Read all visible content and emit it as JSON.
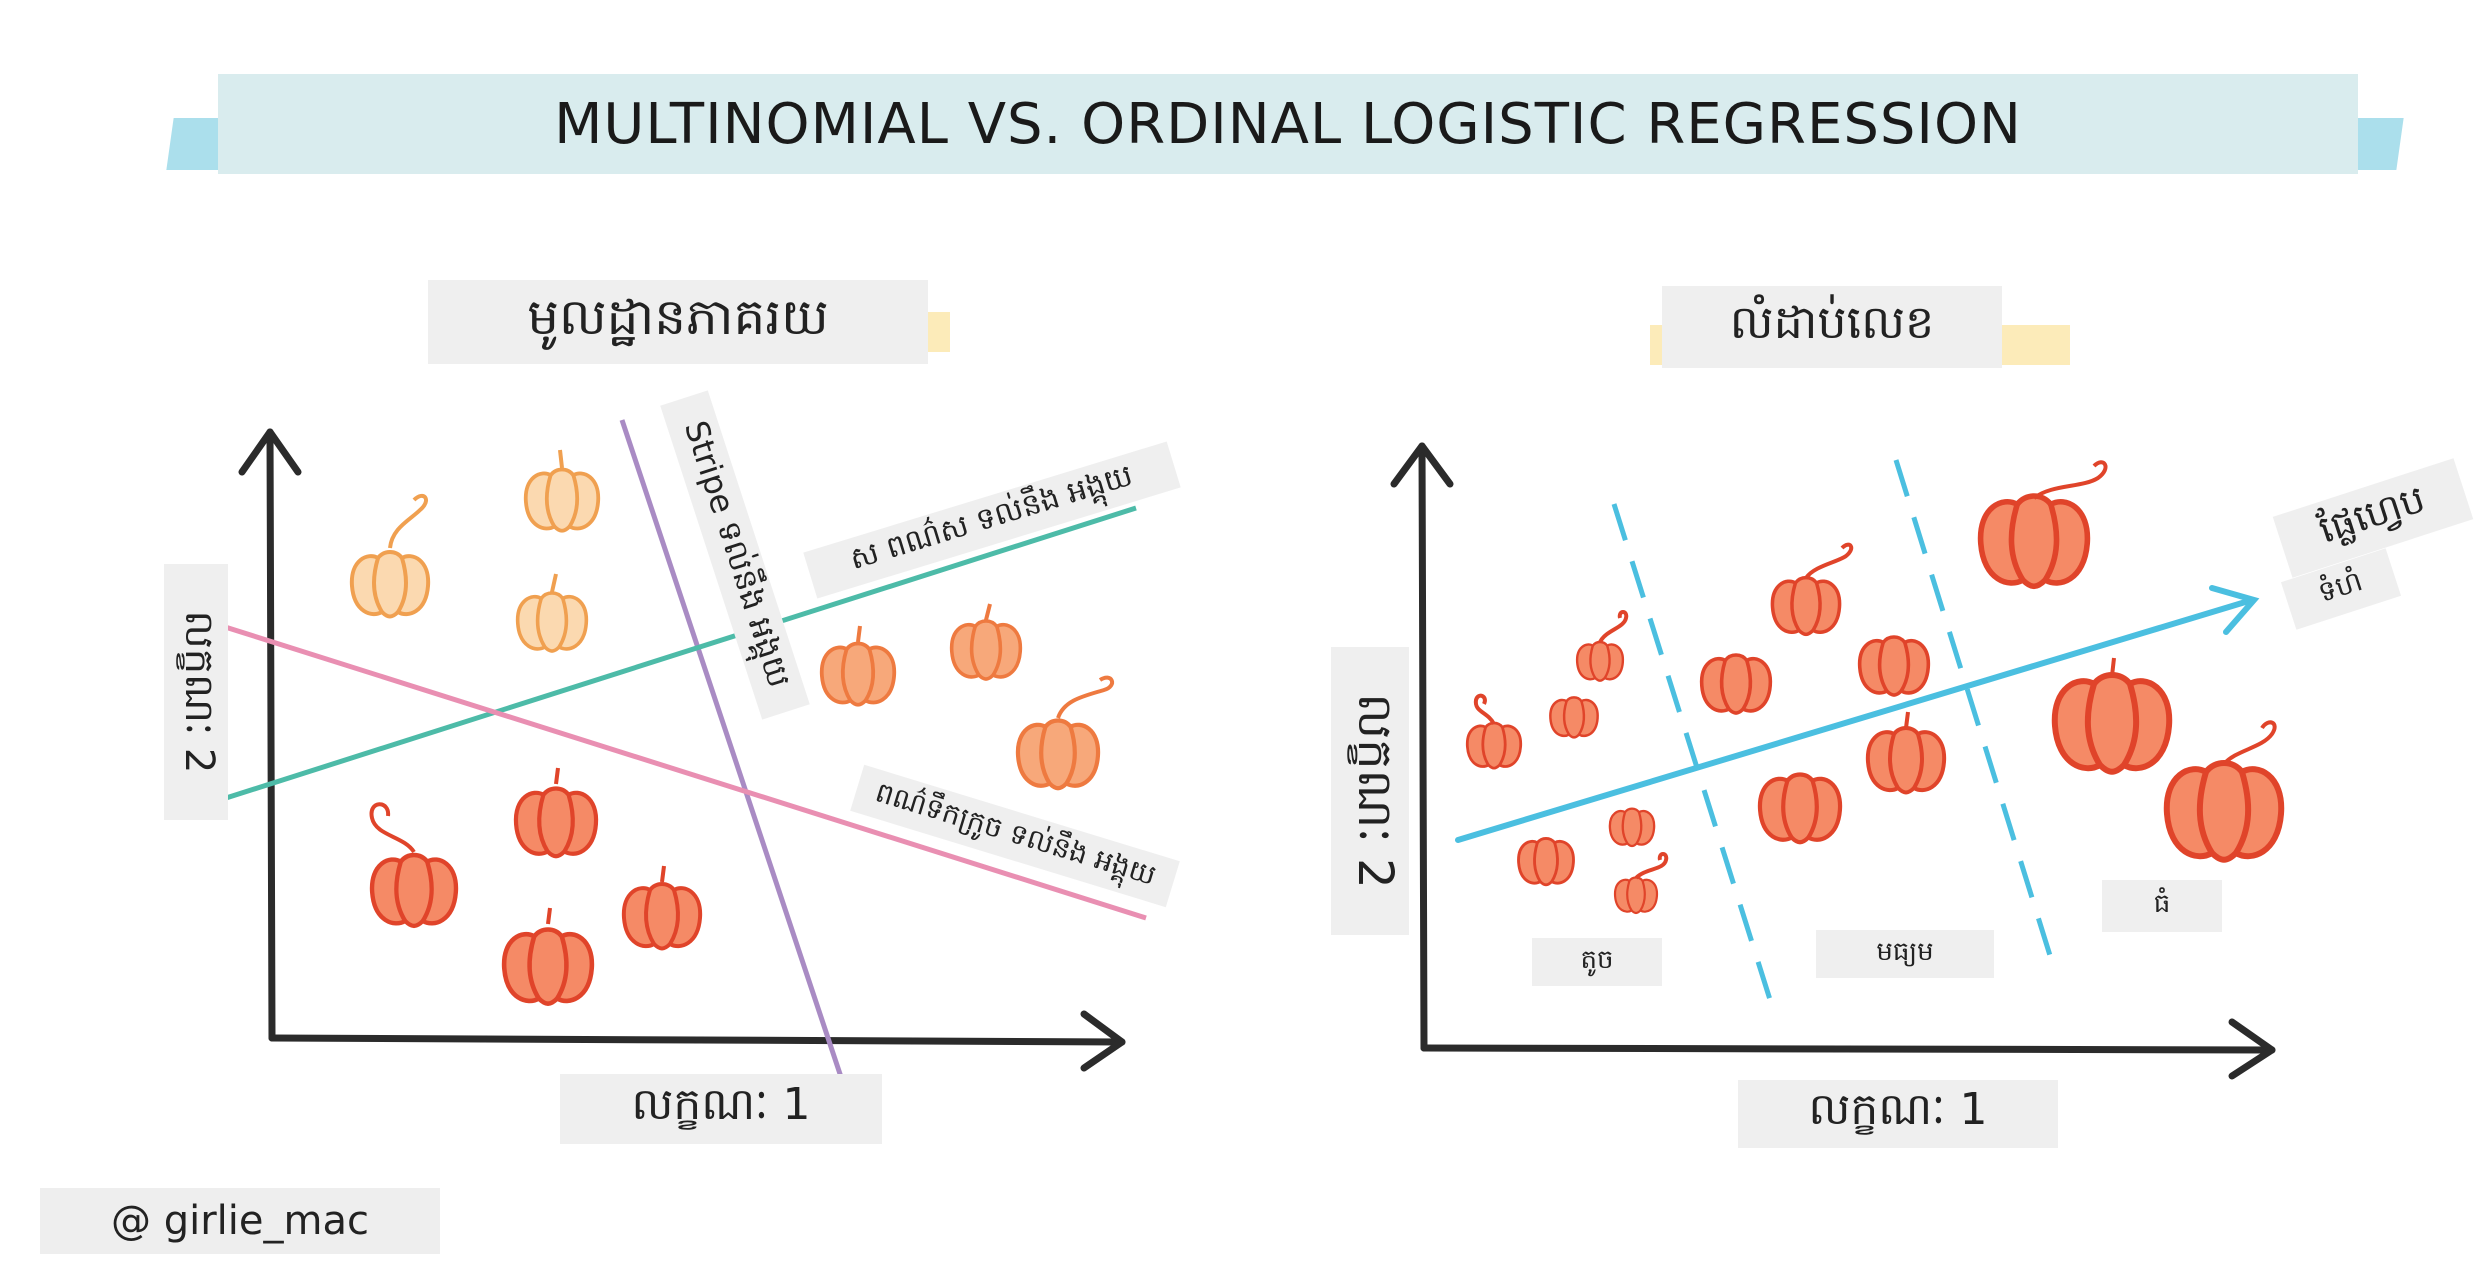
{
  "title": "MULTINOMIAL VS. ORDINAL LOGISTIC REGRESSION",
  "left_panel": {
    "heading": "មូលដ្ឋានភាគរយ",
    "y_label": "លក្ខណៈ 2",
    "x_label": "លក្ខណៈ 1",
    "line_purple_label": "Stripe ទល់នឹង អង្គុយ",
    "line_teal_label": "ស ពណ៌ស ទល់នឹង អង្គុយ",
    "line_pink_label": "ពណ៌ទឹកក្រូច ទល់នឹង អង្គុយ"
  },
  "right_panel": {
    "heading": "លំដាប់លេខ",
    "y_label": "លក្ខណៈ 2",
    "x_label": "លក្ខណៈ 1",
    "arrow_label_1": "ផ្លែហ្វេប",
    "arrow_label_2": "ទំហំ",
    "category_small": "តូច",
    "category_medium": "មធ្យម",
    "category_large": "ធំ"
  },
  "credit": "@ girlie_mac",
  "colors": {
    "banner_bg": "#d9ecee",
    "banner_tape": "#8fd4e6",
    "axis": "#2b2b2b",
    "purple_line": "#a98bc4",
    "teal_line": "#4dbba8",
    "pink_line": "#e98fb2",
    "blue_arrow": "#4bbfe0",
    "pumpkin_light": "#f6b26b",
    "pumpkin_light_stroke": "#f0a050",
    "pumpkin_red": "#f26a4f",
    "pumpkin_red_stroke": "#e0442a",
    "tape_yellow": "#fbe6a8",
    "label_bg": "#efefef"
  }
}
